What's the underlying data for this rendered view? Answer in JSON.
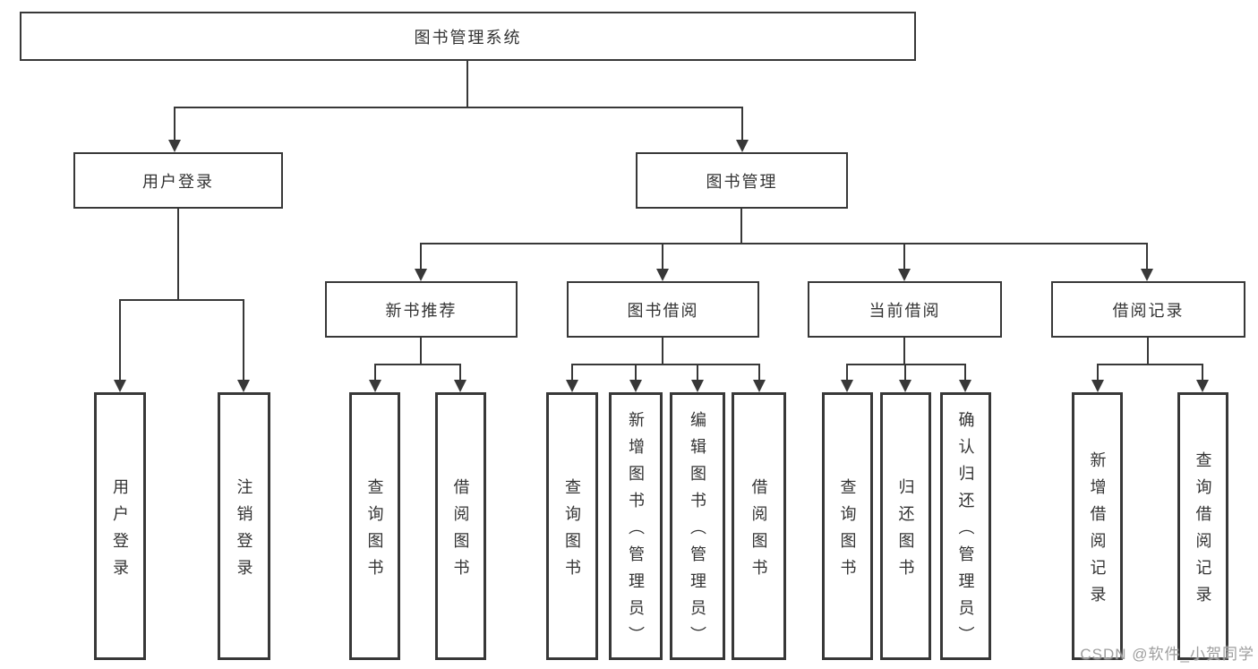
{
  "diagram": {
    "root": {
      "label": "图书管理系统",
      "children": [
        {
          "label": "用户登录",
          "children": [
            {
              "label": "用户登录"
            },
            {
              "label": "注销登录"
            }
          ]
        },
        {
          "label": "图书管理",
          "children": [
            {
              "label": "新书推荐",
              "children": [
                {
                  "label": "查询图书"
                },
                {
                  "label": "借阅图书"
                }
              ]
            },
            {
              "label": "图书借阅",
              "children": [
                {
                  "label": "查询图书"
                },
                {
                  "label": "新增图书（管理员）"
                },
                {
                  "label": "编辑图书（管理员）"
                },
                {
                  "label": "借阅图书"
                }
              ]
            },
            {
              "label": "当前借阅",
              "children": [
                {
                  "label": "查询图书"
                },
                {
                  "label": "归还图书"
                },
                {
                  "label": "确认归还（管理员）"
                }
              ]
            },
            {
              "label": "借阅记录",
              "children": [
                {
                  "label": "新增借阅记录"
                },
                {
                  "label": "查询借阅记录"
                }
              ]
            }
          ]
        }
      ]
    }
  },
  "colors": {
    "line": "#383838",
    "text": "#333333",
    "watermark": "#9e9e9e",
    "background": "#ffffff"
  },
  "watermark": {
    "text": "CSDN @软件_小贺同学"
  }
}
